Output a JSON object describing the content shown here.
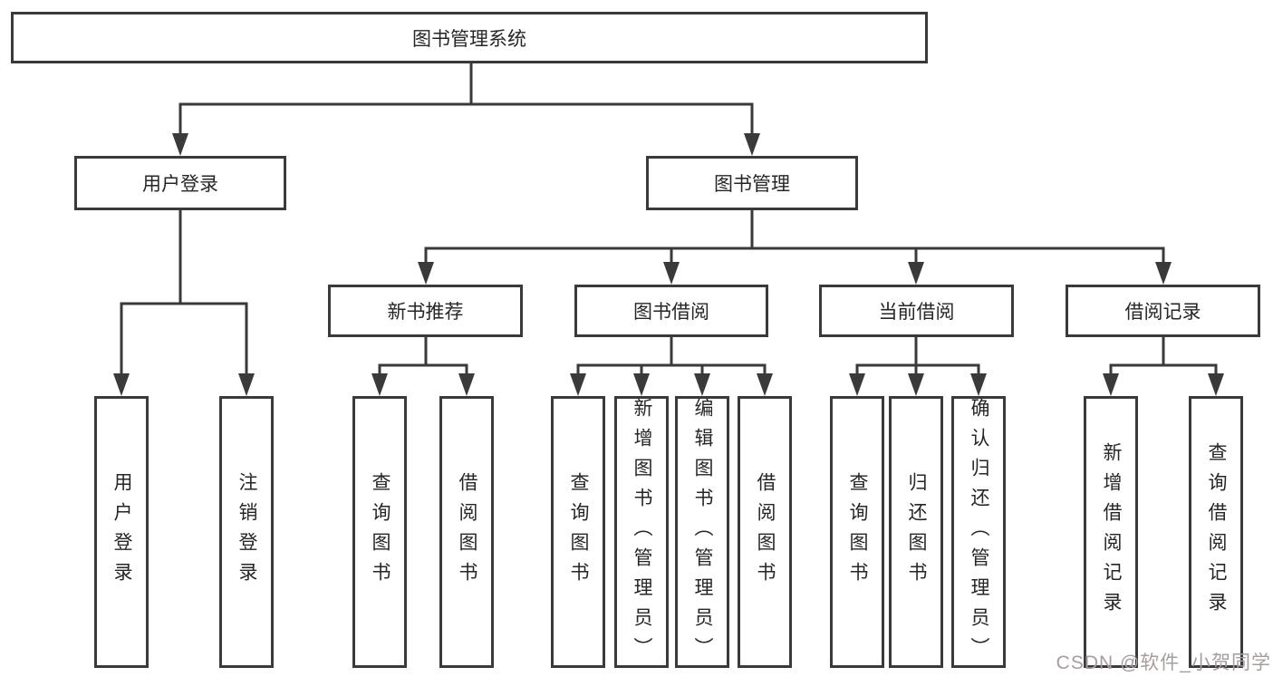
{
  "diagram": {
    "type": "hierarchy-diagram",
    "root": {
      "label": "图书管理系统"
    },
    "level2": [
      {
        "label": "用户登录"
      },
      {
        "label": "图书管理"
      }
    ],
    "level3": [
      {
        "label": "新书推荐"
      },
      {
        "label": "图书借阅"
      },
      {
        "label": "当前借阅"
      },
      {
        "label": "借阅记录"
      }
    ],
    "leaves": {
      "user_login": [
        "用户登录",
        "注销登录"
      ],
      "new_book": [
        "查询图书",
        "借阅图书"
      ],
      "book_borrow": [
        "查询图书",
        "新增图书（管理员）",
        "编辑图书（管理员）",
        "借阅图书"
      ],
      "current_borrow": [
        "查询图书",
        "归还图书",
        "确认归还（管理员）"
      ],
      "borrow_record": [
        "新增借阅记录",
        "查询借阅记录"
      ]
    },
    "colors": {
      "line": "#3a3a3a",
      "text": "#262626",
      "background": "#ffffff",
      "watermark": "#a89c9c"
    },
    "watermark": "CSDN @软件_小贺同学"
  }
}
